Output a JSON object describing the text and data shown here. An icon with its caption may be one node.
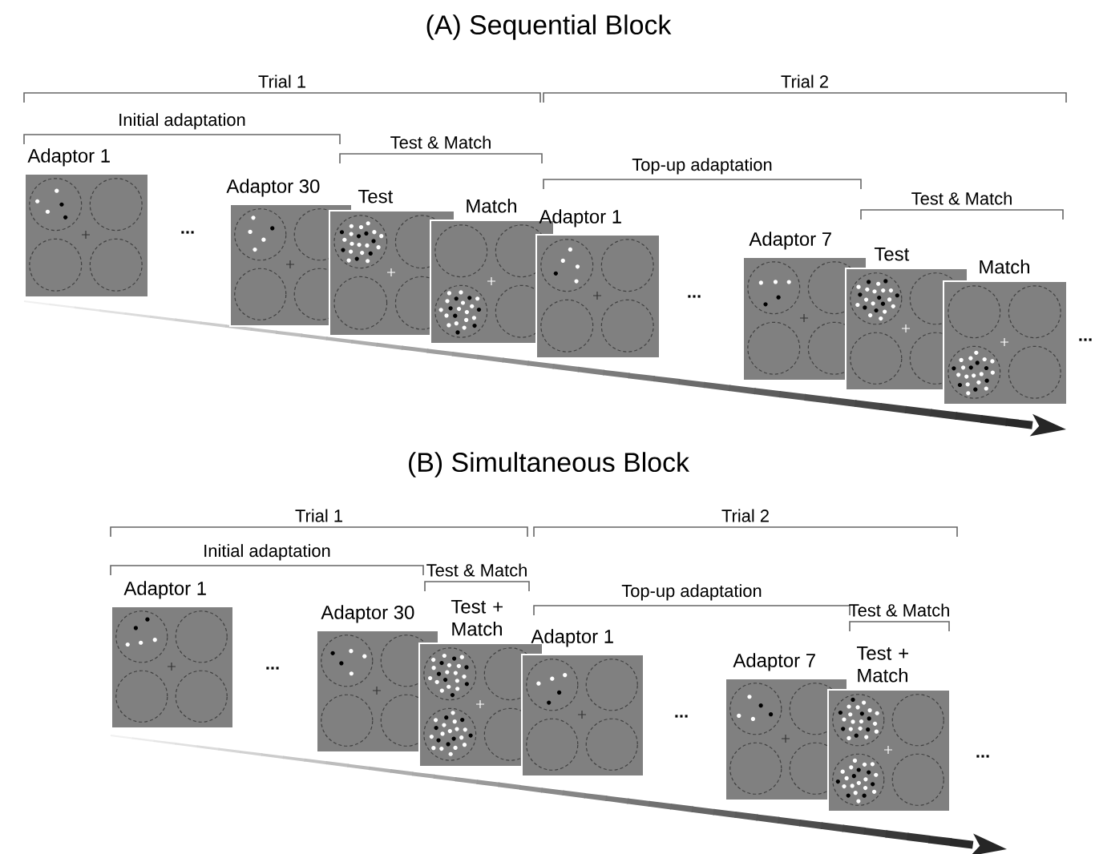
{
  "diagram": {
    "nodes": [
      {
        "text": [
          "Adaptor 1"
        ]
      },
      {
        "text": [
          "Adaptor 30"
        ]
      },
      {
        "text": [
          "Test"
        ]
      },
      {
        "text": [
          "Match"
        ]
      },
      {
        "text": [
          "Adaptor 1"
        ]
      },
      {
        "text": [
          "Adaptor 7"
        ]
      },
      {
        "text": [
          "Test"
        ]
      },
      {
        "text": [
          "Match"
        ]
      },
      {
        "text": [
          "Adaptor 1"
        ]
      },
      {
        "text": [
          "Adaptor 30"
        ]
      },
      {
        "text": [
          "Test + Match"
        ]
      },
      {
        "text": [
          "Adaptor 1"
        ]
      },
      {
        "text": [
          "Adaptor 7"
        ]
      },
      {
        "text": [
          "Test + Match"
        ]
      }
    ],
    "labels": [
      "(A) Sequential Block",
      "Trial 1",
      "Trial 2",
      "Initial adaptation",
      "Test & Match",
      "Top-up adaptation",
      "Test & Match",
      "...",
      "...",
      "...",
      "(B) Simultaneous Block",
      "Trial 1",
      "Trial 2",
      "Initial adaptation",
      "Test & Match",
      "Top-up adaptation",
      "Test & Match",
      "...",
      "...",
      "..."
    ]
  }
}
